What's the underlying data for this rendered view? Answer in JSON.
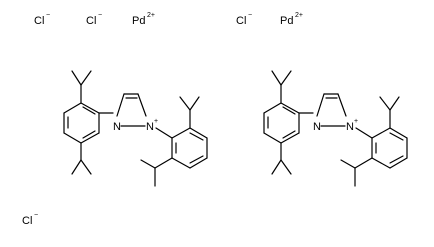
{
  "ions": [
    {
      "symbol": "Cl",
      "charge": "−"
    },
    {
      "symbol": "Cl",
      "charge": "−"
    },
    {
      "symbol": "Pd",
      "charge": "2+"
    },
    {
      "symbol": "Cl",
      "charge": "−"
    },
    {
      "symbol": "Pd",
      "charge": "2+"
    },
    {
      "symbol": "Cl",
      "charge": "−"
    }
  ],
  "molecules": [
    {
      "n1": "N",
      "n2": "N",
      "n2_charge": "+"
    },
    {
      "n1": "N",
      "n2": "N",
      "n2_charge": "+"
    }
  ]
}
